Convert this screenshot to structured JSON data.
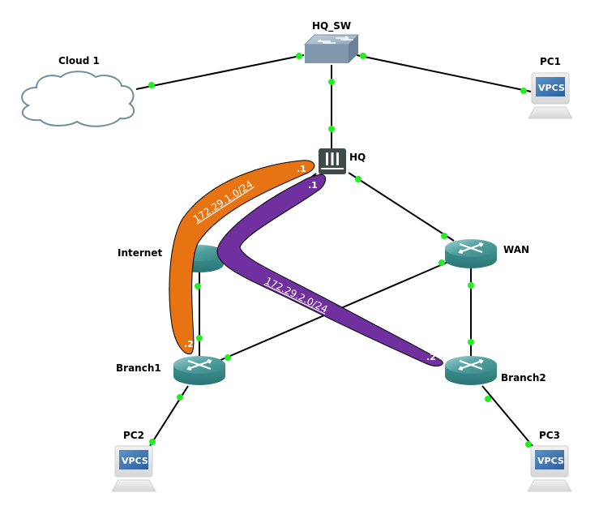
{
  "diagram": {
    "type": "network-topology",
    "colors": {
      "link": "#000000",
      "port_dot": "#22ee22",
      "router_body": "#3e8f8f",
      "firewall_body": "#3f4b4b",
      "switch_body": "#7f98ad",
      "cloud_stroke": "#6f8f9a",
      "vpcs_screen": "#3a72b0",
      "subnet_1": "#e87312",
      "subnet_2": "#7030a0"
    },
    "nodes": [
      {
        "id": "hq_sw",
        "label": "HQ_SW",
        "kind": "switch"
      },
      {
        "id": "cloud1",
        "label": "Cloud 1",
        "kind": "cloud"
      },
      {
        "id": "pc1",
        "label": "PC1",
        "kind": "vpcs",
        "screen_text": "VPCS"
      },
      {
        "id": "hq",
        "label": "HQ",
        "kind": "firewall"
      },
      {
        "id": "internet",
        "label": "Internet",
        "kind": "router"
      },
      {
        "id": "wan",
        "label": "WAN",
        "kind": "router"
      },
      {
        "id": "branch1",
        "label": "Branch1",
        "kind": "router"
      },
      {
        "id": "branch2",
        "label": "Branch2",
        "kind": "router"
      },
      {
        "id": "pc2",
        "label": "PC2",
        "kind": "vpcs",
        "screen_text": "VPCS"
      },
      {
        "id": "pc3",
        "label": "PC3",
        "kind": "vpcs",
        "screen_text": "VPCS"
      }
    ],
    "links": [
      {
        "from": "cloud1",
        "to": "hq_sw"
      },
      {
        "from": "hq_sw",
        "to": "pc1"
      },
      {
        "from": "hq_sw",
        "to": "hq"
      },
      {
        "from": "hq",
        "to": "wan"
      },
      {
        "from": "hq",
        "to": "internet"
      },
      {
        "from": "internet",
        "to": "branch1"
      },
      {
        "from": "wan",
        "to": "branch1"
      },
      {
        "from": "wan",
        "to": "branch2"
      },
      {
        "from": "branch1",
        "to": "pc2"
      },
      {
        "from": "branch2",
        "to": "pc3"
      }
    ],
    "subnets": [
      {
        "label": "172.29.1.0/24",
        "from": "hq",
        "to": "branch1",
        "from_ip": ".1",
        "to_ip": ".2",
        "color": "#e87312"
      },
      {
        "label": "172.29.2.0/24",
        "from": "hq",
        "to": "branch2",
        "from_ip": ".1",
        "to_ip": ".2",
        "color": "#7030a0"
      }
    ]
  }
}
